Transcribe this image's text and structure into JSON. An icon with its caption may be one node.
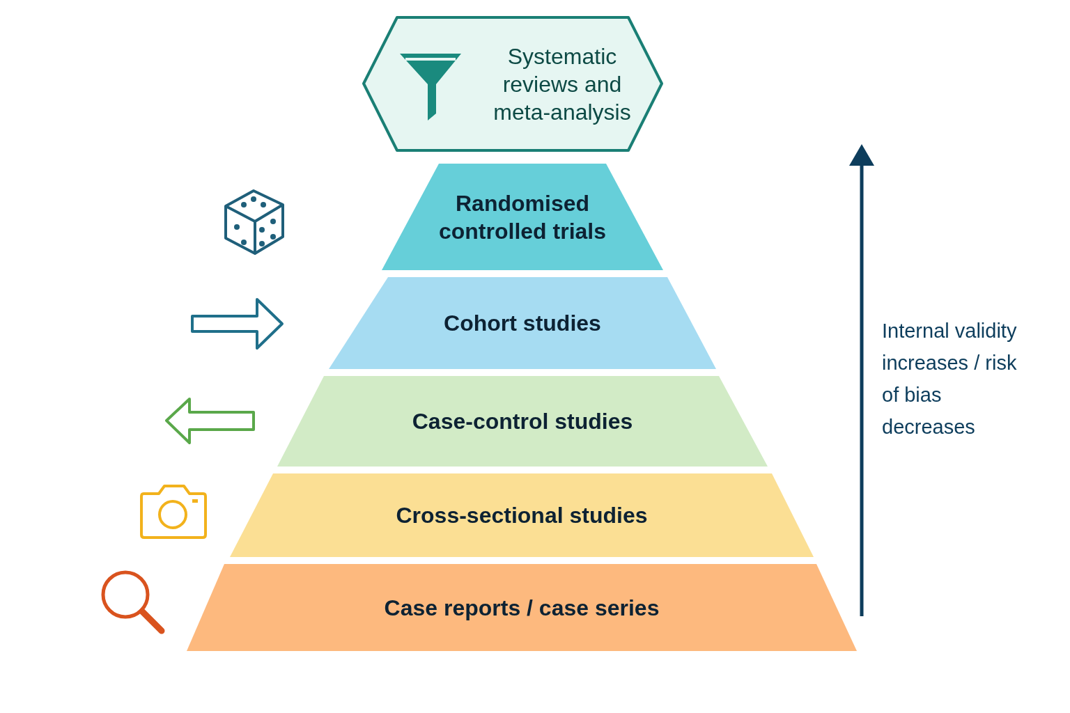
{
  "diagram": {
    "nodes": [
      {
        "text": [
          "Systematic reviews and meta-analysis"
        ]
      },
      {
        "text": [
          "Randomised controlled trials"
        ]
      },
      {
        "text": [
          "Cohort studies"
        ]
      },
      {
        "text": [
          "Case-control studies"
        ]
      },
      {
        "text": [
          "Cross-sectional studies"
        ]
      },
      {
        "text": [
          "Case reports / case series"
        ]
      }
    ],
    "edges": [],
    "labels": [
      "Internal validity increases / risk of bias decreases"
    ]
  }
}
